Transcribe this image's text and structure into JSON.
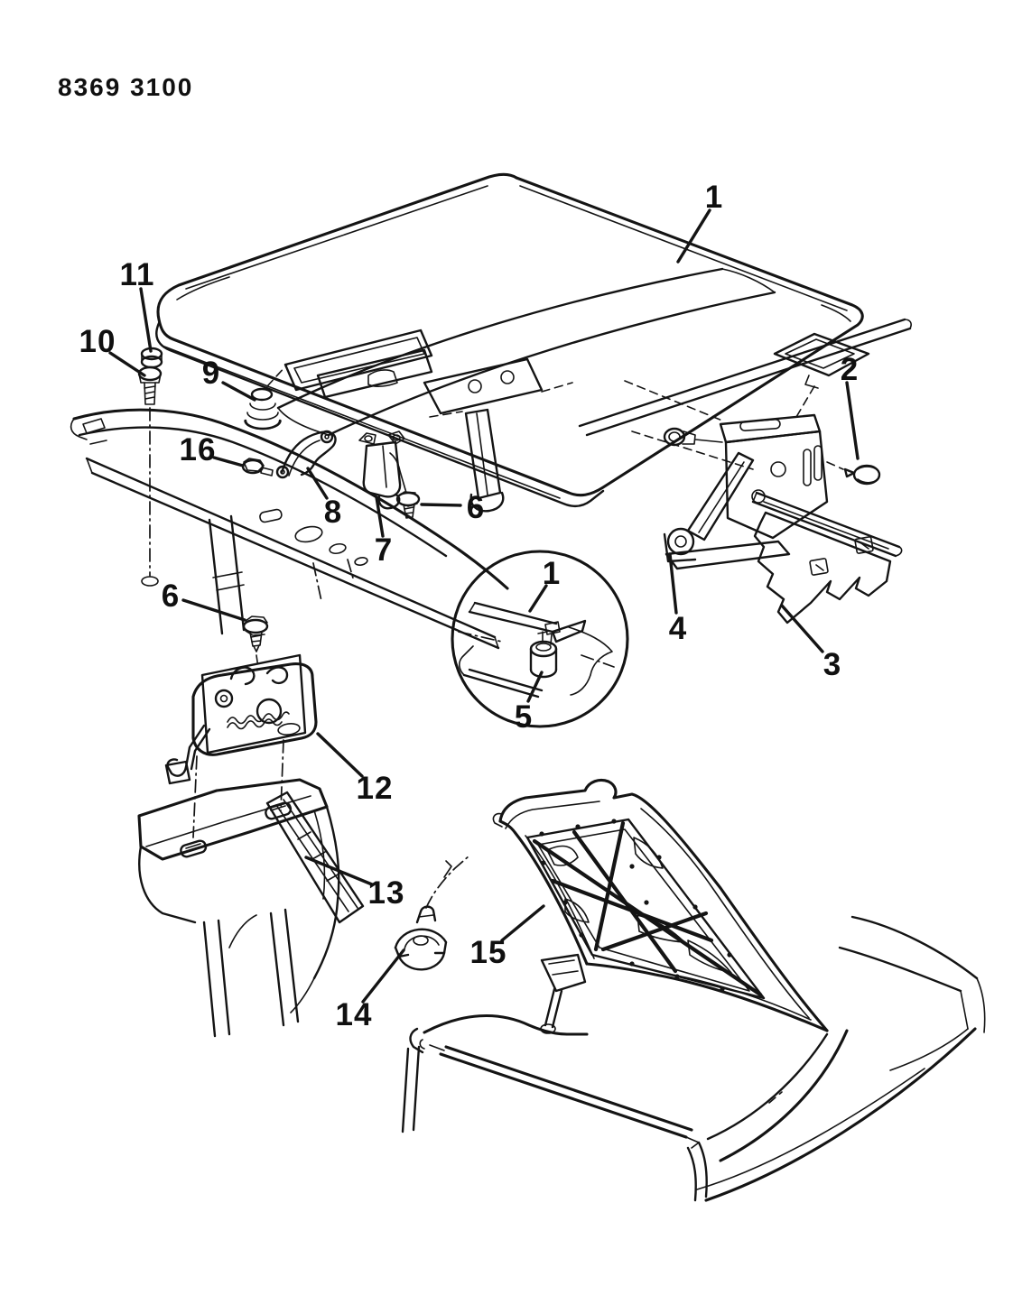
{
  "document": {
    "drawing_number": "8369 3100",
    "figure_subject": "hood panel, hinges, latch and insulation pad exploded view"
  },
  "callouts": [
    {
      "label": "1",
      "points_to": "hood panel"
    },
    {
      "label": "2",
      "points_to": "hinge mounting bolt"
    },
    {
      "label": "3",
      "points_to": "cowl side panel"
    },
    {
      "label": "4",
      "points_to": "hood hinge assembly"
    },
    {
      "label": "5",
      "points_to": "hood bumper (inset detail)"
    },
    {
      "label": "1",
      "points_to": "hood corner (inset detail)"
    },
    {
      "label": "6",
      "points_to": "screw at safety catch"
    },
    {
      "label": "6",
      "points_to": "screw at hood latch"
    },
    {
      "label": "7",
      "points_to": "safety catch bracket"
    },
    {
      "label": "8",
      "points_to": "support link"
    },
    {
      "label": "9",
      "points_to": "spring cushion"
    },
    {
      "label": "10",
      "points_to": "bolt"
    },
    {
      "label": "11",
      "points_to": "grommet"
    },
    {
      "label": "12",
      "points_to": "hood latch assembly"
    },
    {
      "label": "13",
      "points_to": "latch support bracket"
    },
    {
      "label": "14",
      "points_to": "retainer clip"
    },
    {
      "label": "15",
      "points_to": "hood insulation pad"
    },
    {
      "label": "16",
      "points_to": "screw at cowl"
    }
  ]
}
